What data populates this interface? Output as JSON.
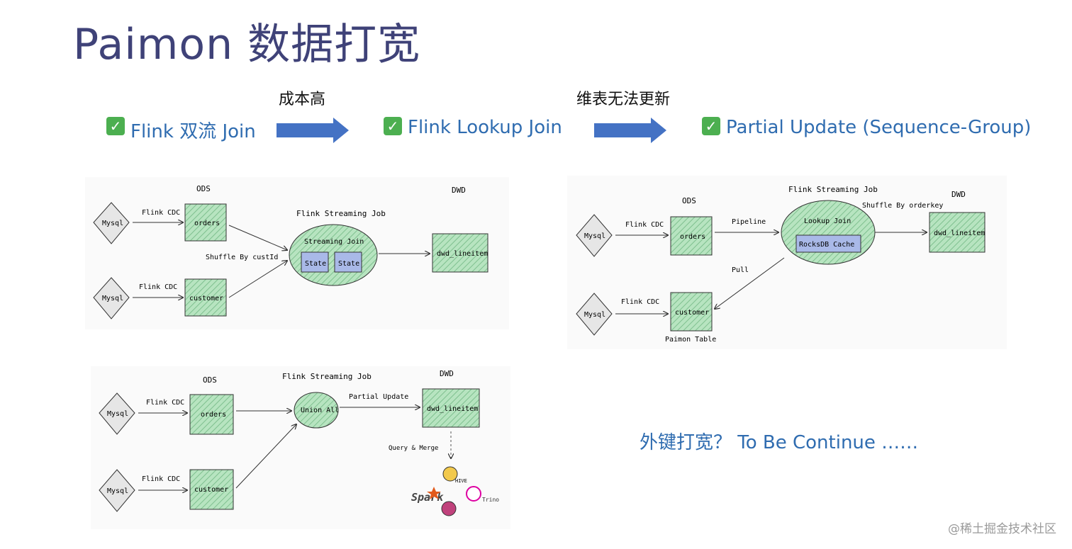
{
  "title": "Paimon 数据打宽",
  "stages": [
    {
      "label": "Flink 双流 Join"
    },
    {
      "label": "Flink Lookup Join"
    },
    {
      "label": "Partial Update (Sequence-Group)"
    }
  ],
  "transitions": [
    {
      "label": "成本高"
    },
    {
      "label": "维表无法更新"
    }
  ],
  "diagram1": {
    "ods": "ODS",
    "dwd": "DWD",
    "job": "Flink Streaming Job",
    "mysql1": "Mysql",
    "mysql2": "Mysql",
    "cdc1": "Flink CDC",
    "cdc2": "Flink CDC",
    "orders": "orders",
    "customer": "customer",
    "shuffle": "Shuffle By custId",
    "join": "Streaming Join",
    "state1": "State",
    "state2": "State",
    "sink": "dwd_lineitem"
  },
  "diagram2": {
    "ods": "ODS",
    "dwd": "DWD",
    "job": "Flink Streaming Job",
    "mysql1": "Mysql",
    "mysql2": "Mysql",
    "cdc1": "Flink CDC",
    "cdc2": "Flink CDC",
    "orders": "orders",
    "customer": "customer",
    "pipeline": "Pipeline",
    "pull": "Pull",
    "lookup": "Lookup Join",
    "cache": "RocksDB Cache",
    "shuffle": "Shuffle By orderkey",
    "sink": "dwd_lineitem",
    "paimon": "Paimon Table"
  },
  "diagram3": {
    "ods": "ODS",
    "dwd": "DWD",
    "job": "Flink Streaming Job",
    "mysql1": "Mysql",
    "mysql2": "Mysql",
    "cdc1": "Flink CDC",
    "cdc2": "Flink CDC",
    "orders": "orders",
    "customer": "customer",
    "union": "Union All",
    "partial": "Partial Update",
    "sink": "dwd_lineitem",
    "query": "Query & Merge",
    "spark": "Spark",
    "hive": "HIVE",
    "trino": "Trino"
  },
  "footnote": "外键打宽？ To Be Continue ……",
  "watermark": "@稀土掘金技术社区",
  "colors": {
    "title": "#3f4278",
    "stage_text": "#2f6cb0",
    "arrow": "#4472c4",
    "node_fill": "#b7e4c0",
    "node_stroke": "#222222",
    "state_fill": "#a9b9e8"
  }
}
